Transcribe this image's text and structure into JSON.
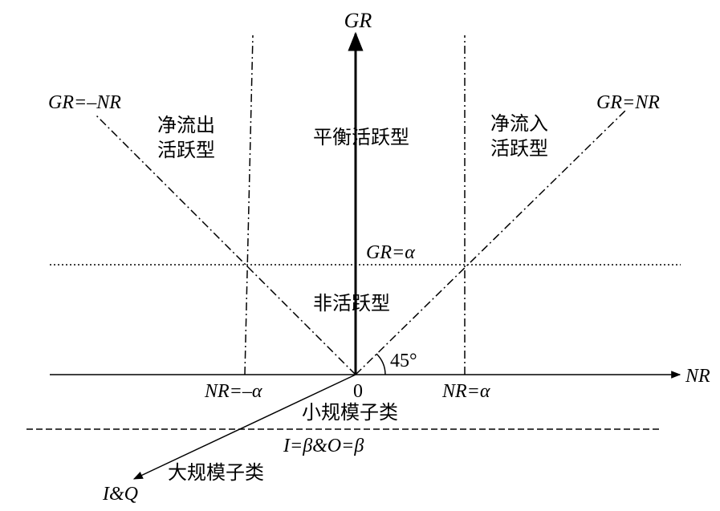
{
  "axes": {
    "vertical": "GR",
    "horizontal": "NR",
    "diagonal": "I&Q",
    "origin": "0"
  },
  "lines": {
    "neg_diagonal": "GR=–NR",
    "pos_diagonal": "GR=NR",
    "gr_alpha": "GR=α",
    "nr_neg_alpha": "NR=–α",
    "nr_pos_alpha": "NR=α",
    "iq_beta": "I=β&O=β"
  },
  "angle": "45°",
  "regions": {
    "net_outflow_line1": "净流出",
    "net_outflow_line2": "活跃型",
    "balanced_active": "平衡活跃型",
    "net_inflow_line1": "净流入",
    "net_inflow_line2": "活跃型",
    "inactive": "非活跃型",
    "small_scale": "小规模子类",
    "large_scale": "大规模子类"
  }
}
